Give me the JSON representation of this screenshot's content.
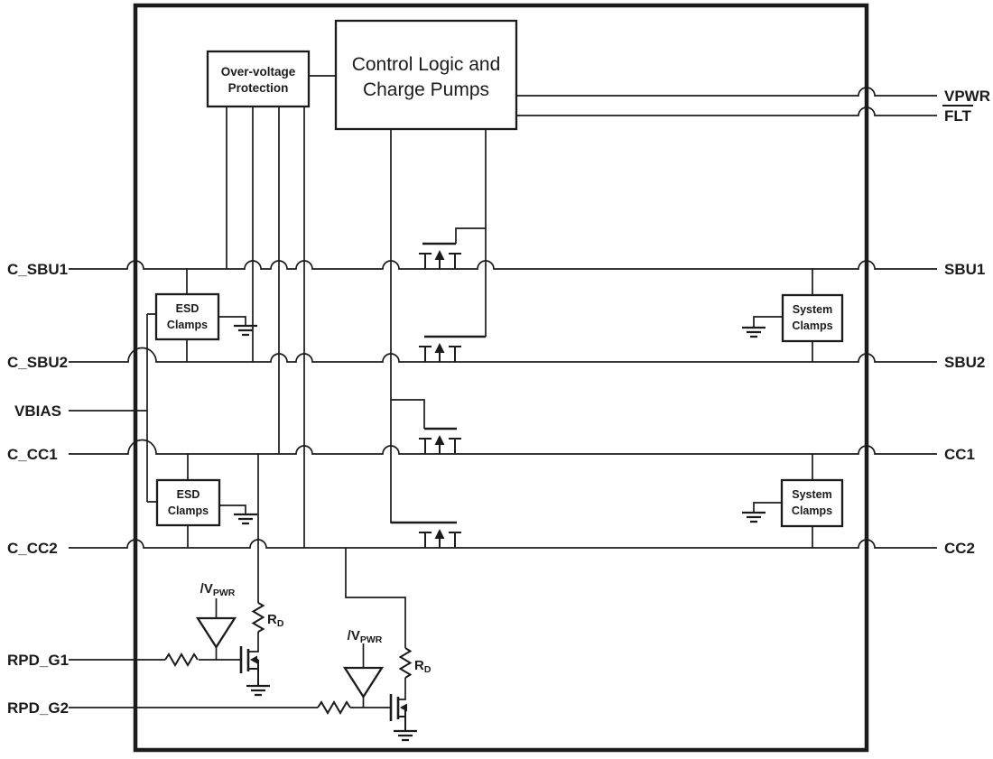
{
  "colors": {
    "background": "#ffffff",
    "ink": "#1b1b1b"
  },
  "blocks": {
    "ovp": {
      "line1": "Over-voltage",
      "line2": "Protection"
    },
    "control_logic": {
      "line1": "Control Logic and",
      "line2": "Charge Pumps"
    },
    "esd_top": {
      "line1": "ESD",
      "line2": "Clamps"
    },
    "esd_bottom": {
      "line1": "ESD",
      "line2": "Clamps"
    },
    "system_top": {
      "line1": "System",
      "line2": "Clamps"
    },
    "system_bottom": {
      "line1": "System",
      "line2": "Clamps"
    }
  },
  "pins": {
    "left": [
      {
        "name": "C_SBU1"
      },
      {
        "name": "C_SBU2"
      },
      {
        "name": "VBIAS"
      },
      {
        "name": "C_CC1"
      },
      {
        "name": "C_CC2"
      },
      {
        "name": "RPD_G1"
      },
      {
        "name": "RPD_G2"
      }
    ],
    "right": [
      {
        "name": "VPWR"
      },
      {
        "name": "FLT",
        "overline": true
      },
      {
        "name": "SBU1"
      },
      {
        "name": "SBU2"
      },
      {
        "name": "CC1"
      },
      {
        "name": "CC2"
      }
    ]
  },
  "labels": {
    "rd": {
      "main": "R",
      "sub": "D"
    },
    "inverter_input": {
      "main": "/V",
      "sub": "PWR"
    }
  }
}
